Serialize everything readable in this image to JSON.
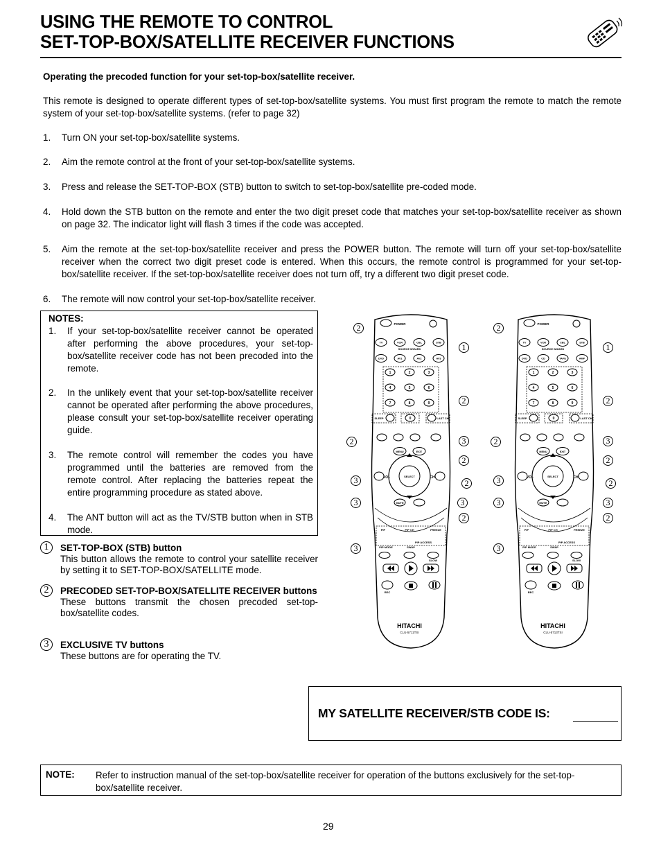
{
  "header": {
    "title_line1": "USING THE REMOTE TO CONTROL",
    "title_line2": "SET-TOP-BOX/SATELLITE RECEIVER FUNCTIONS"
  },
  "subheading": "Operating the precoded function for your set-top-box/satellite receiver.",
  "intro": "This remote is designed to operate different types of set-top-box/satellite systems. You must first program the remote to match the remote system of your set-top-box/satellite systems.  (refer to page 32)",
  "steps": [
    {
      "num": "1.",
      "text": "Turn ON your set-top-box/satellite systems."
    },
    {
      "num": "2.",
      "text": "Aim the remote control at the front of your set-top-box/satellite systems."
    },
    {
      "num": "3.",
      "text": "Press and release the SET-TOP-BOX (STB) button to switch to set-top-box/satellite pre-coded mode."
    },
    {
      "num": "4.",
      "text": "Hold down the STB button on the remote and enter the two digit preset code that matches your set-top-box/satellite receiver as shown on page 32.  The indicator light will flash 3 times if the code was accepted."
    },
    {
      "num": "5.",
      "text": "Aim the remote at the set-top-box/satellite receiver and press the POWER button.  The remote will turn off your set-top-box/satellite receiver when the correct two digit preset code is entered.  When this occurs, the remote control is programmed for your set-top-box/satellite receiver.  If the set-top-box/satellite receiver does not turn off, try a different two digit preset code."
    },
    {
      "num": "6.",
      "text": "The remote will now control your set-top-box/satellite receiver."
    }
  ],
  "notes": {
    "title": "NOTES:",
    "items": [
      {
        "num": "1.",
        "text": "If your set-top-box/satellite receiver cannot be operated after performing the above procedures, your set-top-box/satellite receiver code has not been precoded into the remote."
      },
      {
        "num": "2.",
        "text": "In the unlikely event that your set-top-box/satellite receiver cannot be operated after performing the above procedures, please consult your set-top-box/satellite receiver operating guide."
      },
      {
        "num": "3.",
        "text": "The remote control will remember the codes you have programmed until the batteries are removed from the remote control.  After replacing the batteries repeat the entire programming procedure as stated above."
      },
      {
        "num": "4.",
        "text": "The ANT button will act as the TV/STB button when in STB mode."
      }
    ]
  },
  "legend": [
    {
      "num": "1",
      "heading": "SET-TOP-BOX (STB) button",
      "body": "This button allows the remote to control your satellite receiver by setting it to SET-TOP-BOX/SATELLITE mode."
    },
    {
      "num": "2",
      "heading": "PRECODED SET-TOP-BOX/SATELLITE RECEIVER buttons",
      "body": "These buttons transmit the chosen precoded set-top-box/satellite codes."
    },
    {
      "num": "3",
      "heading": "EXCLUSIVE TV buttons",
      "body": "These buttons are for operating the TV."
    }
  ],
  "remotes": [
    {
      "model": "CLU-5711TSI",
      "brand": "HITACHI",
      "source_row1": [
        "TV",
        "VCR",
        "CBL",
        "STB"
      ],
      "source_label": "SOURCE WIZARD",
      "source_row2": [
        "DVD",
        "AV1",
        "AV2",
        "AV3"
      ]
    },
    {
      "model": "CLU-5713TSI",
      "brand": "HITACHI",
      "source_row1": [
        "TV",
        "VCR",
        "CBL",
        "STB"
      ],
      "source_label": "SOURCE WIZARD",
      "source_row2": [
        "DVD",
        "CD",
        "TAPE",
        "AMP"
      ]
    }
  ],
  "remote_labels": {
    "power": "POWER",
    "digits": [
      "1",
      "2",
      "3",
      "4",
      "5",
      "6",
      "7",
      "8",
      "9"
    ],
    "sleep": "SLEEP",
    "zero": "0",
    "last_ch": "LAST CH",
    "vol": "VOL",
    "ch": "CH",
    "menu": "MENU",
    "exit": "EXIT",
    "select": "SELECT",
    "mute": "MUTE",
    "pip": "PIP",
    "pip_ch": "PIP CH",
    "freeze": "FREEZE",
    "pip_access": "PIP ACCESS",
    "pip_mode": "PIP MODE",
    "swap": "SWAP",
    "slow": "SLOW",
    "rec": "REC"
  },
  "code_box": {
    "label": "MY SATELLITE RECEIVER/STB CODE IS:"
  },
  "note": {
    "label": "NOTE:",
    "text": "Refer to instruction manual of the set-top-box/satellite receiver for operation of the buttons exclusively for the set-top-box/satellite receiver."
  },
  "page_number": "29"
}
